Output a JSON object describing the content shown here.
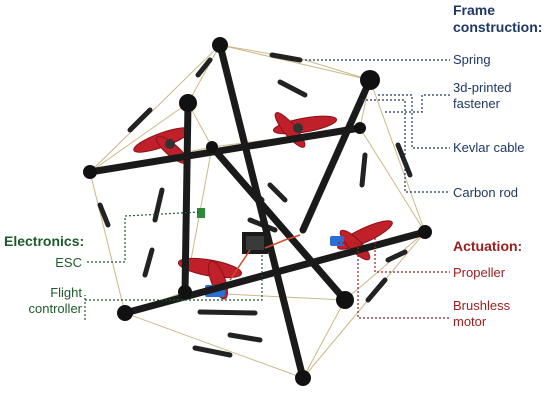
{
  "colors": {
    "frame": "#1f3864",
    "electronics": "#1e5b2a",
    "actuation": "#9b1c1c",
    "rod": "#1a1a1a",
    "spring": "#222222",
    "cable": "#c9b98a",
    "propeller": "#c0202a"
  },
  "frame": {
    "heading_line1": "Frame",
    "heading_line2": "construction:",
    "spring": "Spring",
    "fastener_line1": "3d-printed",
    "fastener_line2": "fastener",
    "kevlar": "Kevlar cable",
    "carbon": "Carbon rod"
  },
  "electronics": {
    "heading": "Electronics:",
    "esc": "ESC",
    "flight_line1": "Flight",
    "flight_line2": "controller"
  },
  "actuation": {
    "heading": "Actuation:",
    "propeller": "Propeller",
    "motor_line1": "Brushless",
    "motor_line2": "motor"
  }
}
